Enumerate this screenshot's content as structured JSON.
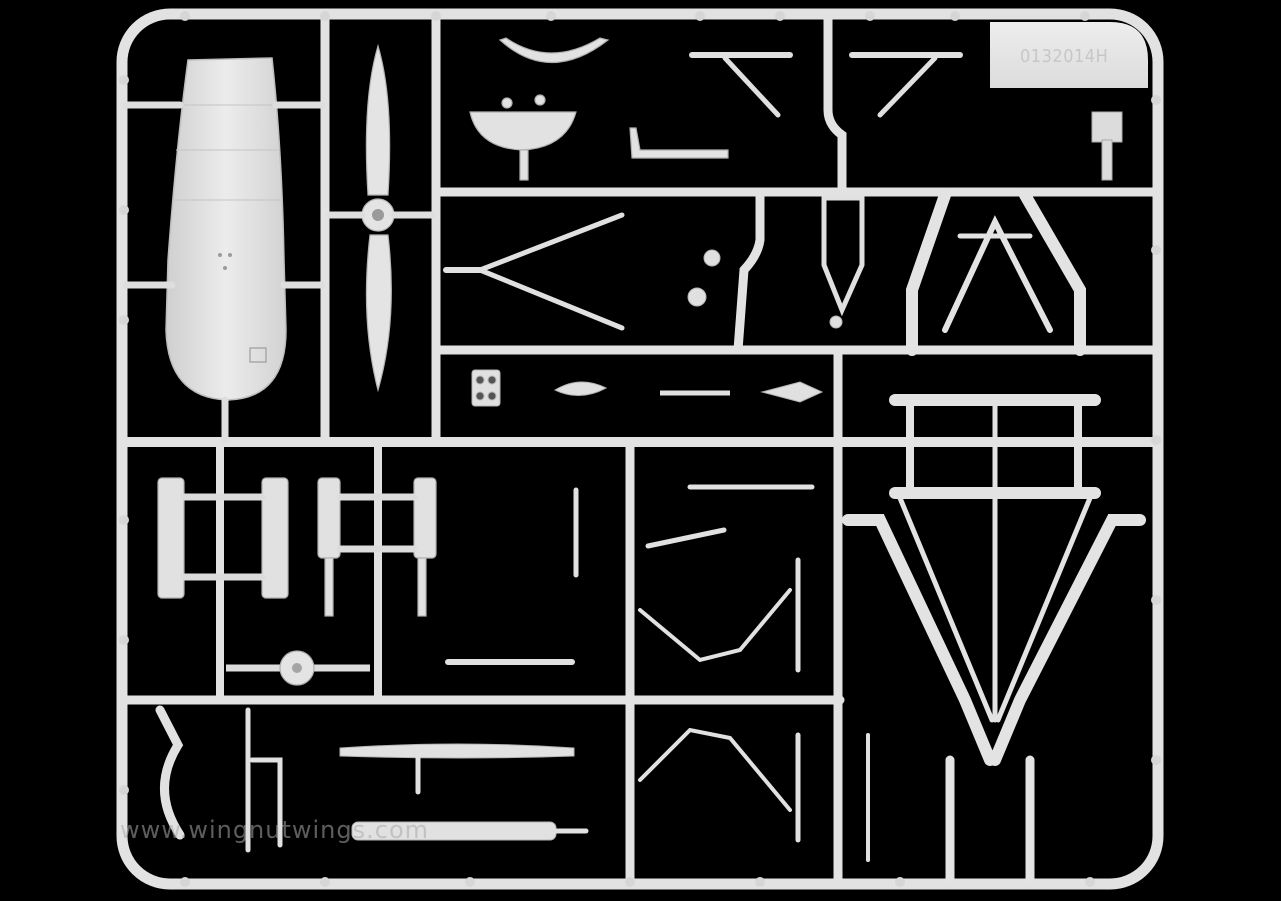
{
  "image": {
    "subject": "plastic model kit sprue frame on black background",
    "background_color": "#000000",
    "plastic_color": "#e1e1e1",
    "shadow_color": "#9a9a9a"
  },
  "part_tag": {
    "code": "0132014H"
  },
  "watermark": {
    "text": "www.wingnutwings.com"
  }
}
